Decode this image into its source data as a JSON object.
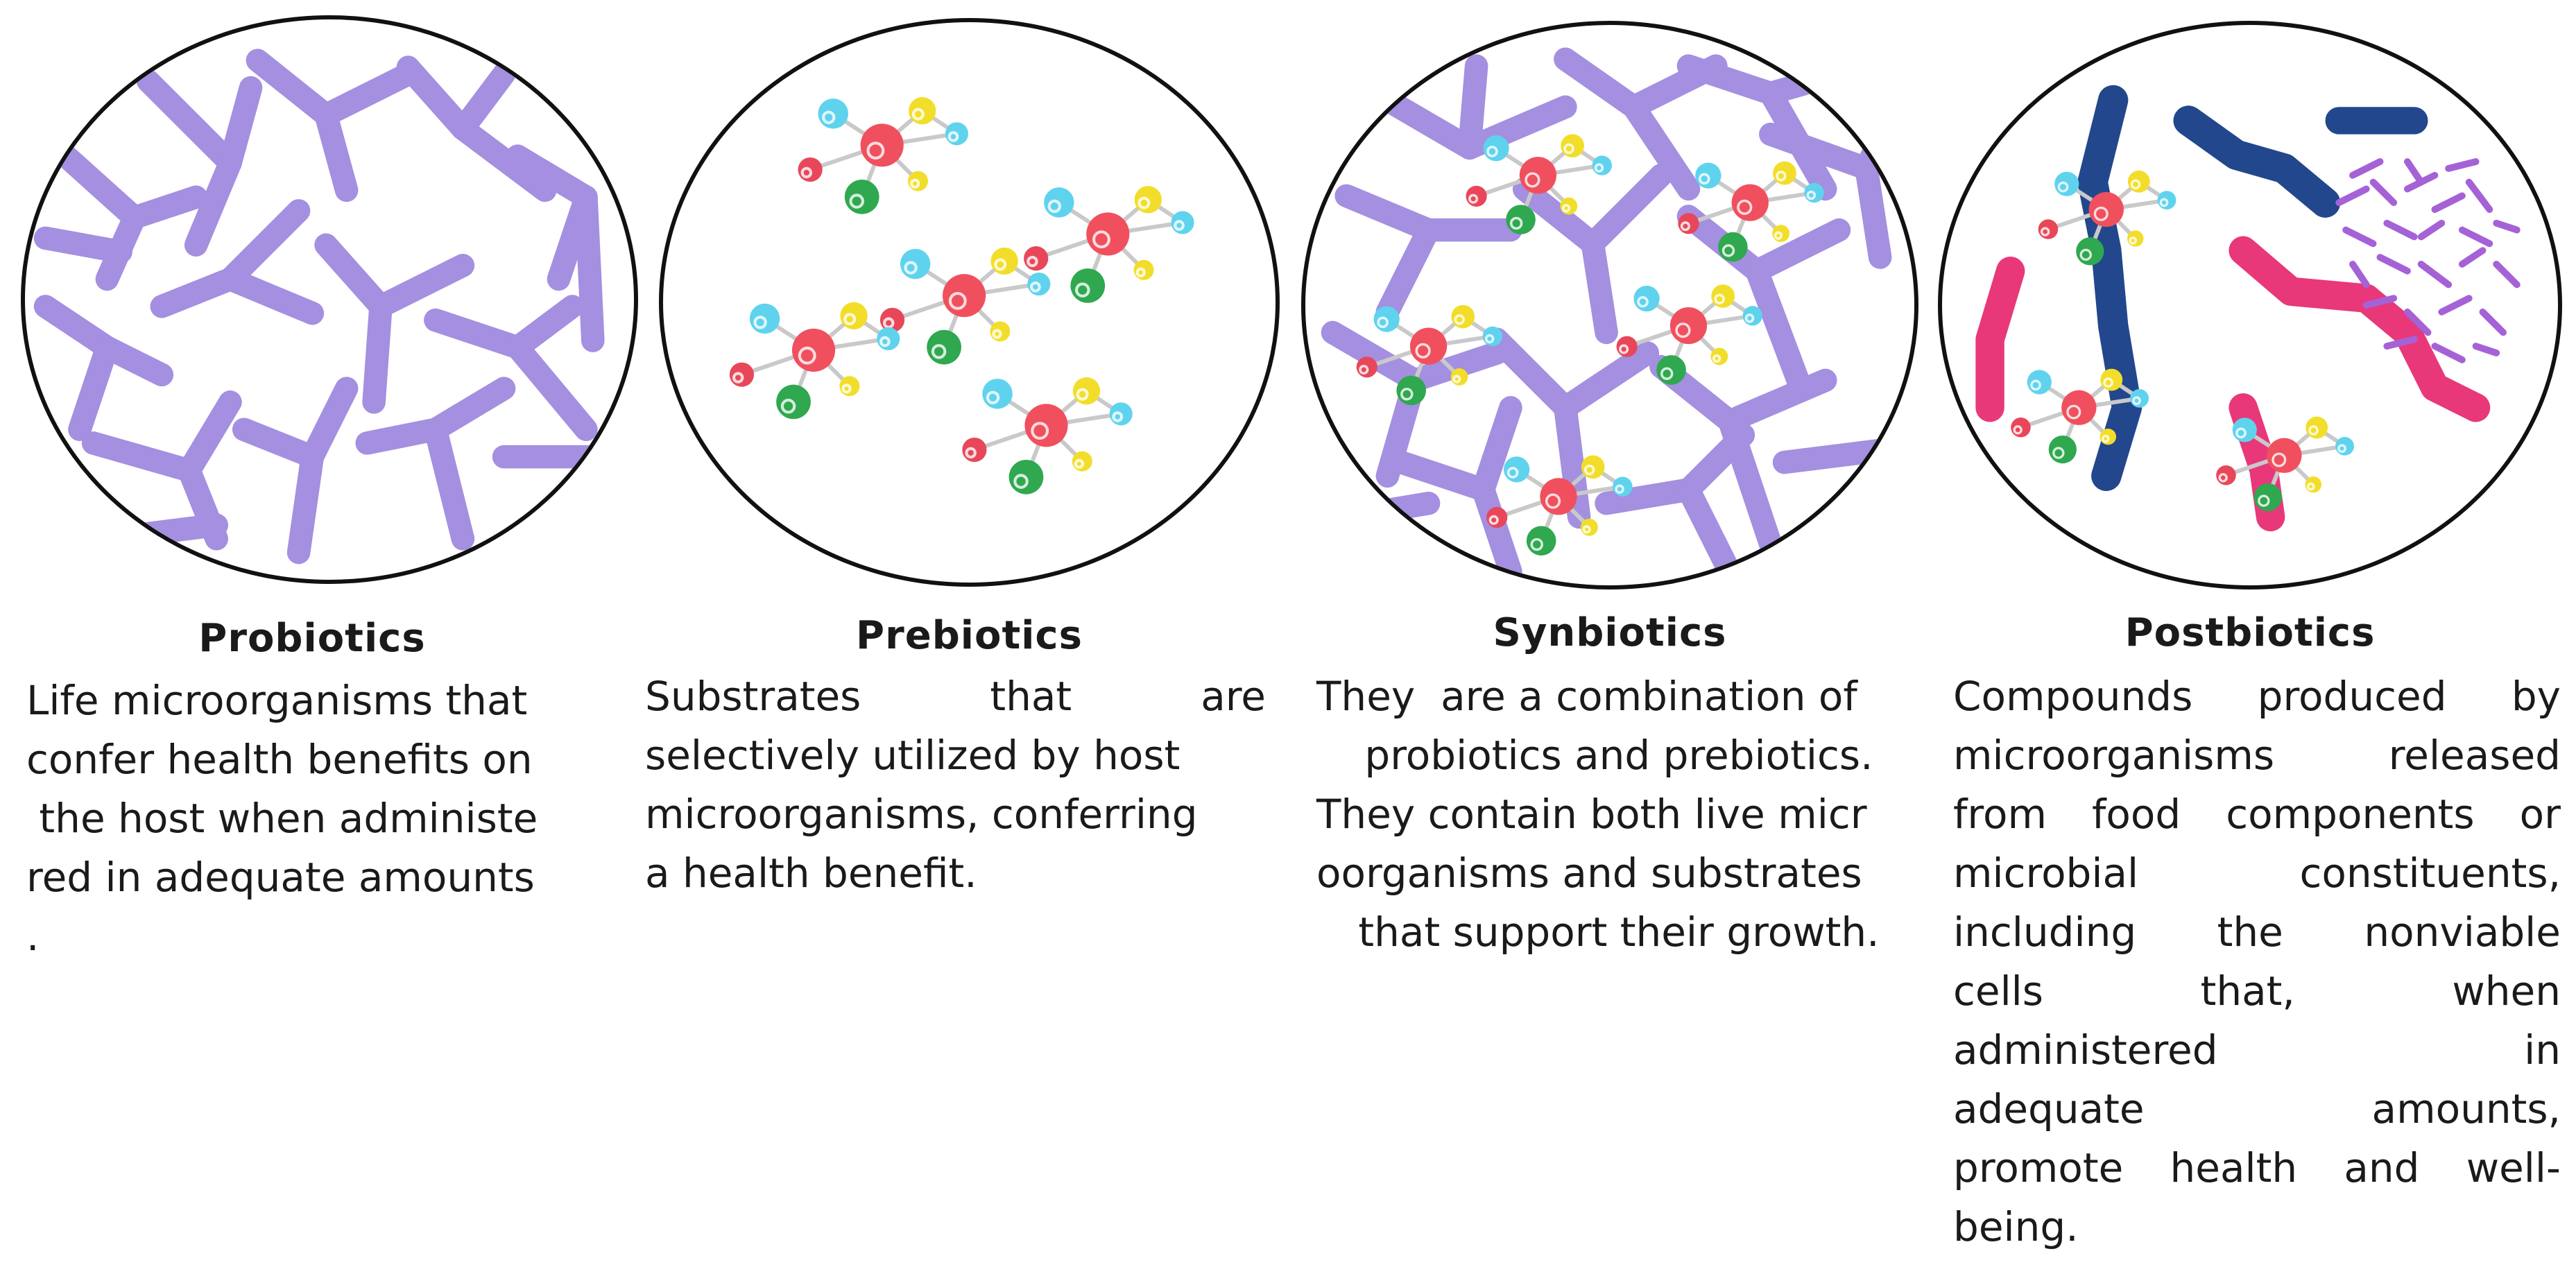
{
  "colors": {
    "outline": "#111111",
    "probiotic_rod": "#a48fe0",
    "atom_red": "#f0505e",
    "atom_green": "#2fa84f",
    "atom_cyan": "#5fd3ee",
    "atom_yellow": "#f2de2a",
    "atom_small_red": "#e8475a",
    "bond": "#c9c9c9",
    "bacteria_navy": "#23478c",
    "bacteria_pink": "#e8387a",
    "bacteria_violet": "#a562d6"
  },
  "panels": [
    {
      "title": "Probiotics",
      "description_lines": [
        "Life microorganisms that",
        "confer health benefits on",
        " the host when administe",
        "red in adequate amounts",
        "."
      ]
    },
    {
      "title": "Prebiotics",
      "description_lines": [
        "Substrates that are",
        "selectively utilized by host",
        "microorganisms, conferring",
        "a health benefit."
      ]
    },
    {
      "title": "Synbiotics",
      "description_lines": [
        "They  are a combination of",
        "probiotics and prebiotics.",
        "They contain both live micr",
        "oorganisms and substrates",
        "that support their growth."
      ]
    },
    {
      "title": "Postbiotics",
      "description_lines": [
        "Compounds produced by",
        "microorganisms released",
        "from food components or",
        "microbial constituents,",
        "including the nonviable",
        "cells that, when",
        "administered in",
        "adequate amounts,",
        "promote health and well-",
        "being."
      ]
    }
  ]
}
